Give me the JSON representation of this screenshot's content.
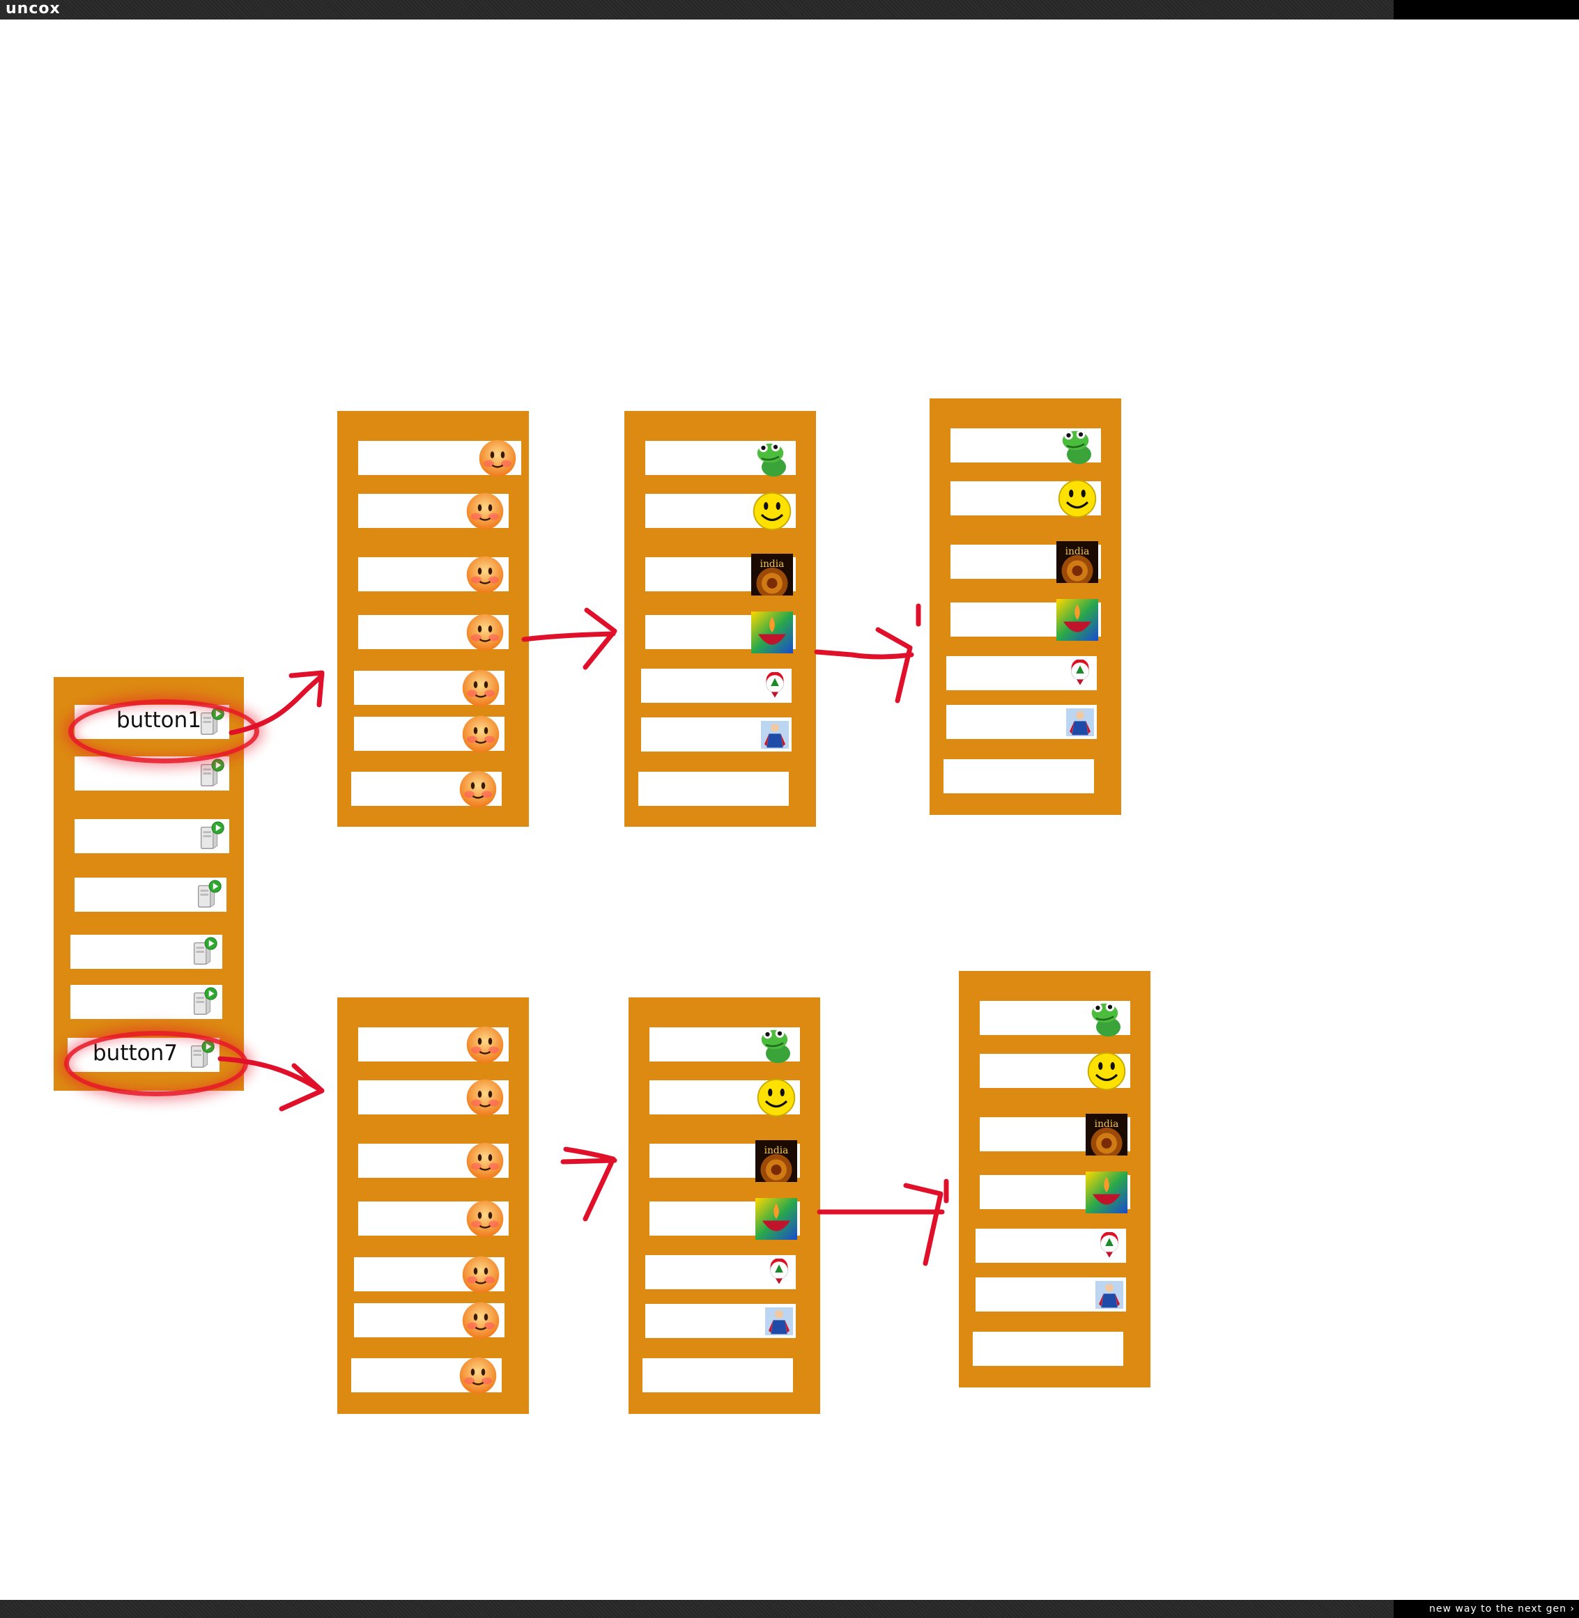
{
  "app": {
    "logo": "uncox",
    "tagline": "new way to the next gen ›"
  },
  "colors": {
    "panel": "#dc8a12",
    "row": "#ffffff",
    "annotation": "#e0102a"
  },
  "buttons": {
    "button1_label": "button1",
    "button7_label": "button7"
  },
  "icons": {
    "list_a": [
      "server-play-icon",
      "server-play-icon",
      "server-play-icon",
      "server-play-icon",
      "server-play-icon",
      "server-play-icon",
      "server-play-icon"
    ],
    "list_b": [
      "blush-smiley-icon",
      "blush-smiley-icon",
      "blush-smiley-icon",
      "blush-smiley-icon",
      "blush-smiley-icon",
      "blush-smiley-icon",
      "blush-smiley-icon"
    ],
    "list_c": [
      "green-frog-icon",
      "yellow-smiley-icon",
      "india-mandala-icon",
      "diya-lamp-icon",
      "lebanon-flag-pin-icon",
      "superhero-icon"
    ]
  },
  "india_image_text": "india"
}
